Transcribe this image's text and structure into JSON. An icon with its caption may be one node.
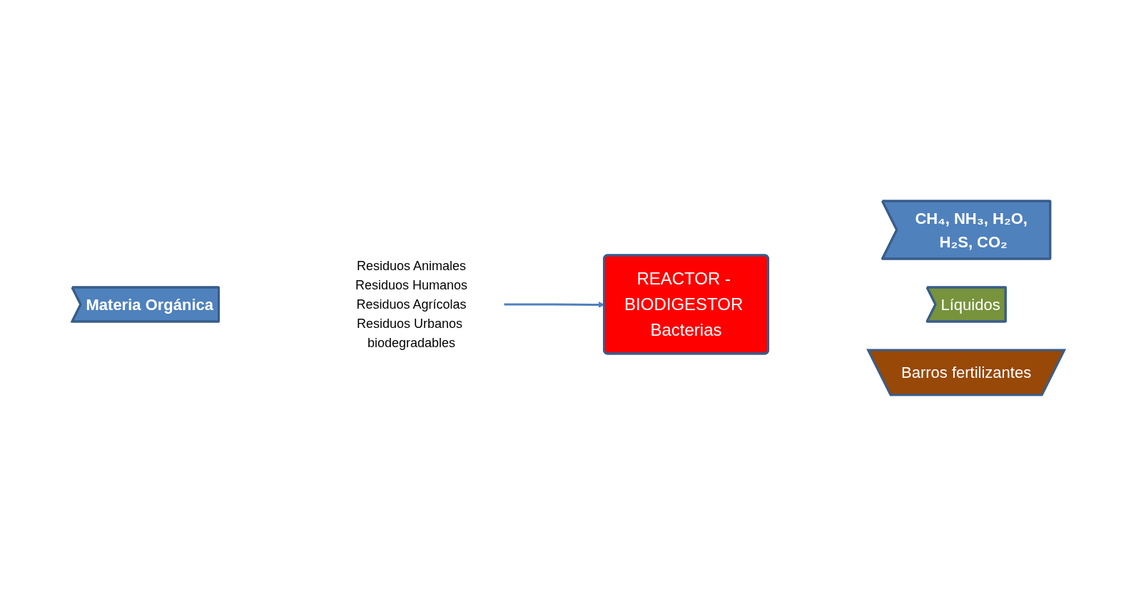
{
  "diagram": {
    "nodes": [
      {
        "text": [
          "Materia Orgánica"
        ]
      },
      {
        "text": [
          "Residuos Animales",
          "Residuos Humanos",
          "Residuos Agrícolas",
          "Residuos Urbanos biodegradables"
        ]
      },
      {
        "text": [
          "REACTOR - BIODIGESTOR Bacterias"
        ]
      },
      {
        "text": [
          "CH₄, NH₃, H₂O, H₂S, CO₂"
        ]
      },
      {
        "text": [
          "Líquidos"
        ]
      },
      {
        "text": [
          "Barros fertilizantes"
        ]
      }
    ],
    "edges": [
      {
        "from": 1,
        "to": 2,
        "arrow": "to",
        "color": "#4f81bd"
      }
    ]
  }
}
